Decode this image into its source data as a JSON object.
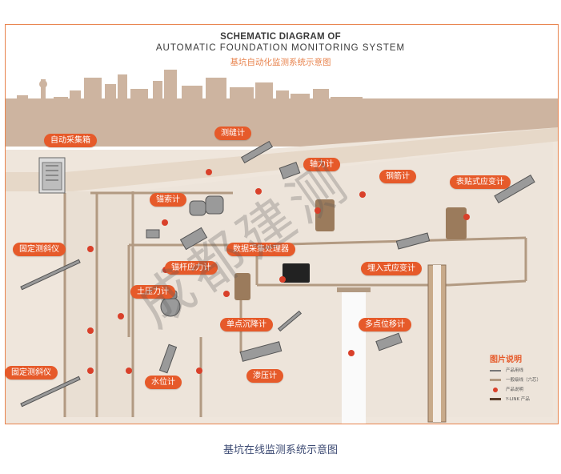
{
  "title": {
    "line1": "SCHEMATIC DIAGRAM OF",
    "line2": "AUTOMATIC FOUNDATION MONITORING SYSTEM",
    "line3": "基坑自动化监测系统示意图"
  },
  "labels": {
    "auto_collect_box": "自动采集箱",
    "crack_meter": "测缝计",
    "axial_force": "轴力计",
    "rebar_meter": "钢筋计",
    "surface_strain": "表贴式应变计",
    "anchor_cable": "锚索计",
    "fixed_inclinometer_top": "固定测斜仪",
    "data_processor": "数据采集处理器",
    "anchor_rod_stress": "锚杆应力计",
    "embedded_strain": "埋入式应变计",
    "earth_pressure": "土压力计",
    "single_point_settlement": "单点沉降计",
    "multi_point_displacement": "多点位移计",
    "fixed_inclinometer_bottom": "固定测斜仪",
    "water_level": "水位计",
    "piezometer": "渗压计"
  },
  "watermark": "成都建测",
  "legend": {
    "title": "图片说明",
    "items": [
      {
        "label": "产品用线"
      },
      {
        "label": "一般级线（六芯）"
      },
      {
        "label": "产品说明"
      },
      {
        "label": "Y-LINK 产品"
      }
    ]
  },
  "caption": "基坑在线监测系统示意图",
  "colors": {
    "frame": "#e8834d",
    "tag": "#e65a2a",
    "skyline": "#c9b09d",
    "ground": "#ece2d7",
    "pipe": "#b29a82",
    "caption": "#3c4a73"
  }
}
